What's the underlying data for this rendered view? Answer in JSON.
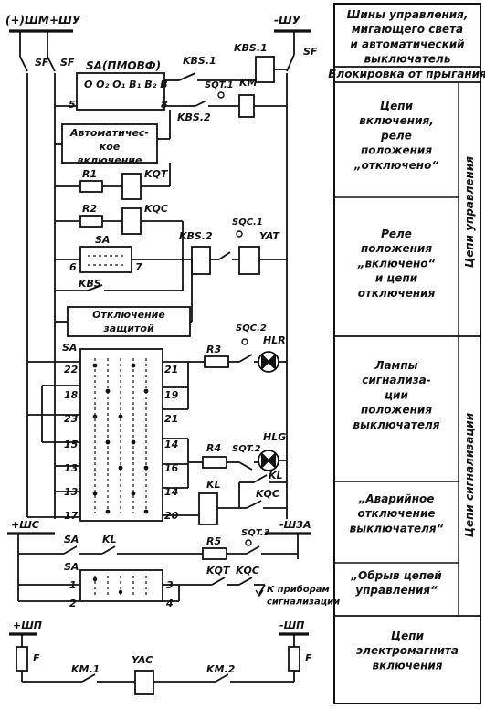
{
  "buses": {
    "plus_shm": "(+)ШМ",
    "plus_shu": "+ШУ",
    "minus_shu": "-ШУ",
    "plus_shs": "+ШС",
    "minus_shza": "-ШЗА",
    "plus_shp_left": "+ШП",
    "minus_shp_right": "-ШП"
  },
  "components": {
    "sf": "SF",
    "sa_main": "SA(ПМОВФ)",
    "sa_positions": "О  О₂ О₁ В₁ В₂ В",
    "sa_pin_5": "5",
    "sa_pin_8": "8",
    "kbs1": "KBS.1",
    "kbs2": "KBS.2",
    "kbs": "KBS",
    "sqt1": "SQT.1",
    "km": "KM",
    "auto_box": "Автоматичес-\nкое\nвключение",
    "r1": "R1",
    "kqt": "KQT",
    "r2": "R2",
    "kqc": "KQC",
    "sa": "SA",
    "pin_6": "6",
    "pin_7": "7",
    "kbs_52": "KBS.2",
    "sqc1": "SQC.1",
    "yat": "YAT",
    "protection_box": "Отключение\nзащитой",
    "sa_big": "SA",
    "left_pins": [
      "22",
      "18",
      "23",
      "15",
      "13",
      "13",
      "17"
    ],
    "right_pins": [
      "21",
      "19",
      "21",
      "14",
      "16",
      "14",
      "20"
    ],
    "r3": "R3",
    "sqc2": "SQC.2",
    "hlr": "HLR",
    "r4": "R4",
    "sqt2": "SQT.2",
    "hlg": "HLG",
    "kl": "KL",
    "kl_coil": "KL",
    "kqc_b": "KQC",
    "kl_b": "KL",
    "r5": "R5",
    "sqt3": "SQT.3",
    "sa_low": "SA",
    "pin_1": "1",
    "pin_2": "2",
    "pin_3": "3",
    "pin_4": "4",
    "kqt_b": "KQT",
    "kqc_c": "KQC",
    "to_devices": "К приборам\nсигнализации",
    "f": "F",
    "km1": "KM.1",
    "yac": "YAC",
    "km2": "KM.2"
  },
  "legend": [
    "Шины управления,\nмигающего света\nи автоматический\nвыключатель",
    "Блокировка от прыгания",
    "Цепи\nвключения,\nреле\nположения\n„отключено“",
    "Реле\nположения\n„включено“\nи цепи\nотключения",
    "Лампы\nсигнализа-\nции\nположения\nвыключателя",
    "„Аварийное\nотключение\nвыключателя“",
    "„Обрыв цепей\nуправления“",
    "Цепи\nэлектромагнита\nвключения"
  ],
  "side_labels": {
    "control": "Цепи управления",
    "signal": "Цепи сигнализации"
  }
}
